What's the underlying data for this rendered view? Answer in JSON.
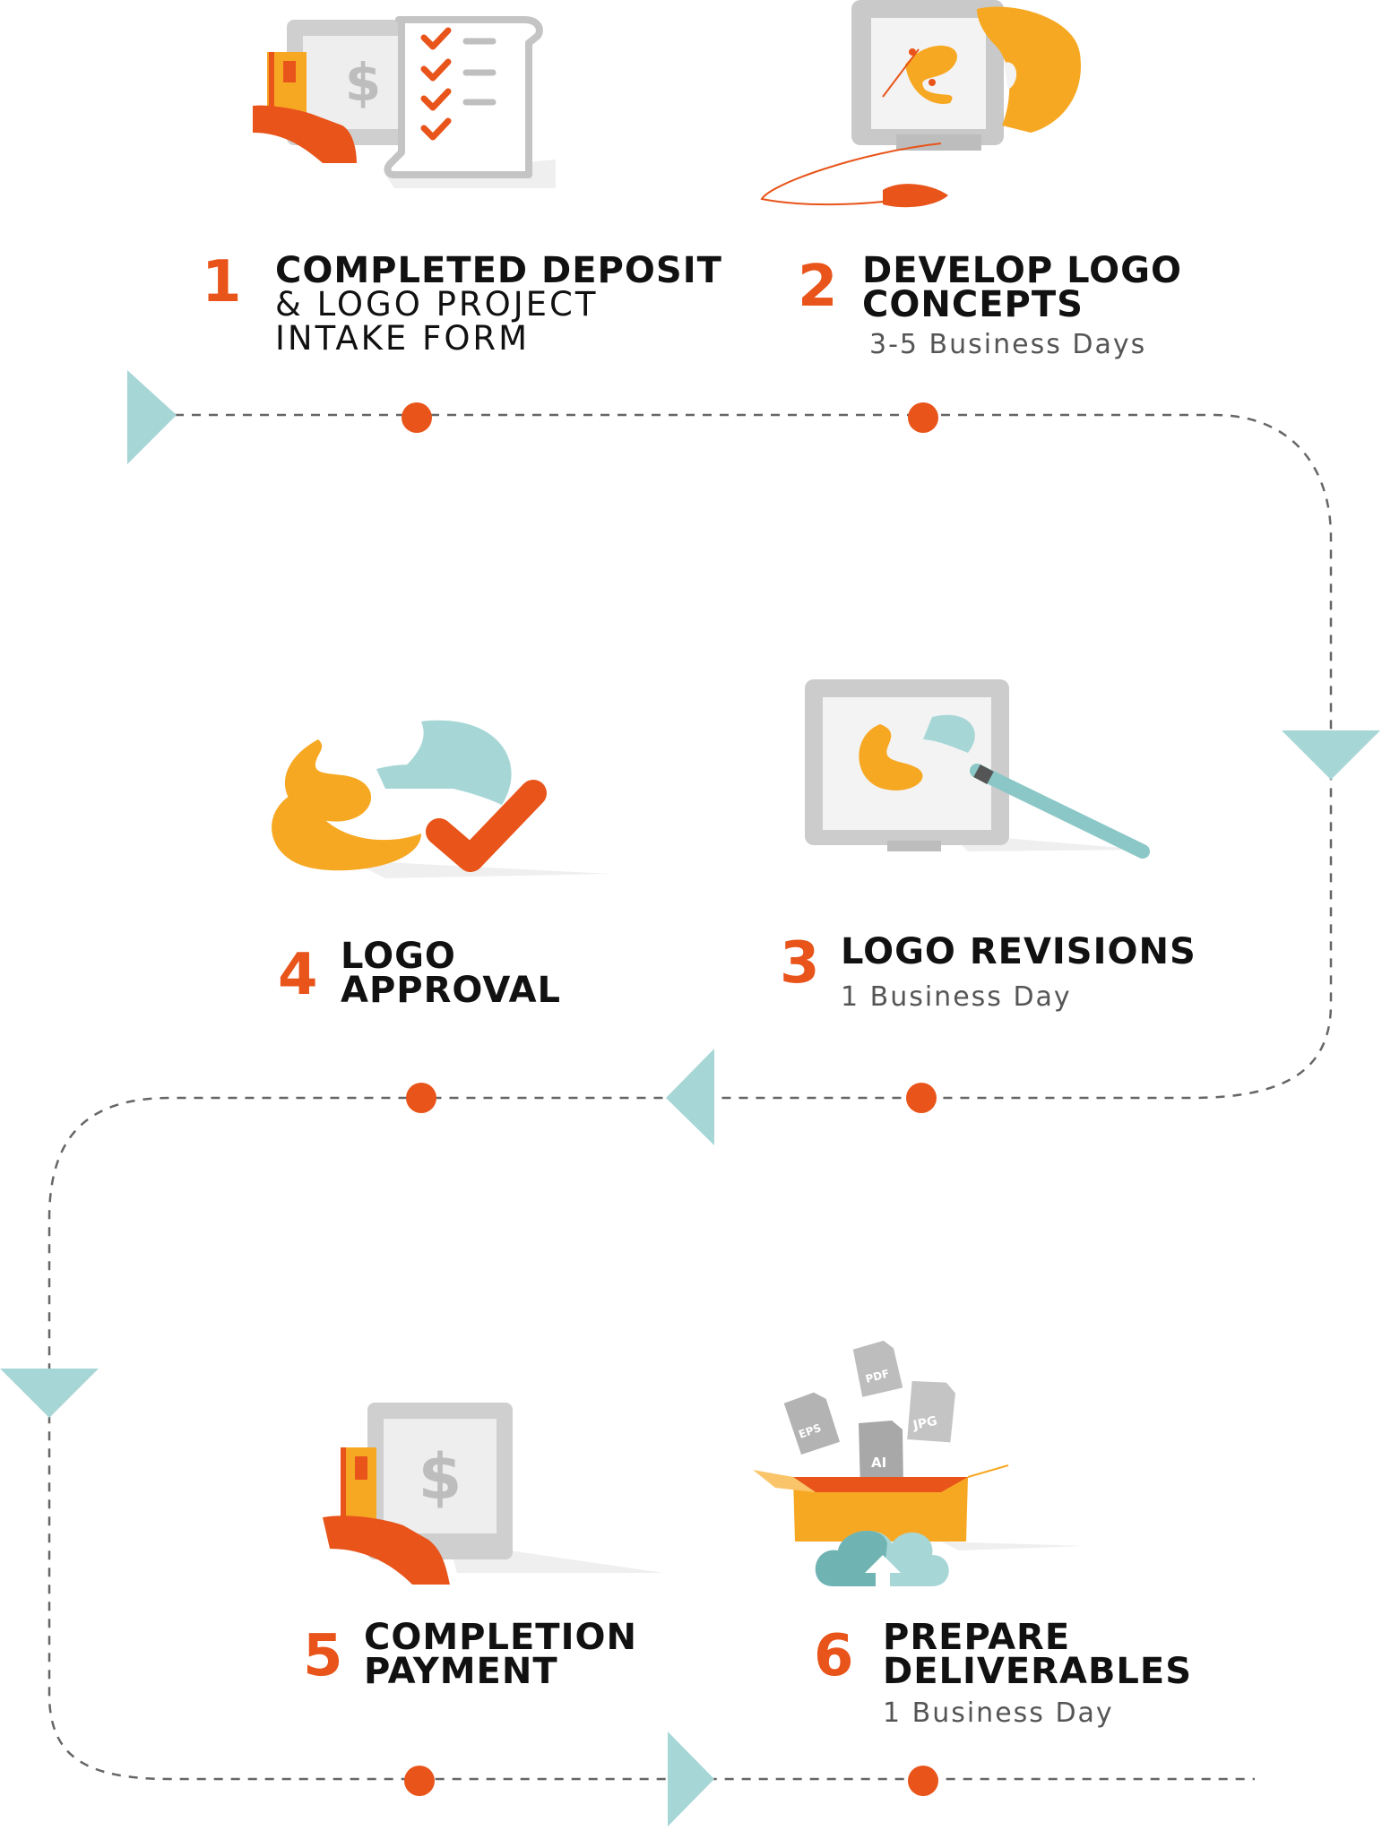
{
  "colors": {
    "accent": "#e8541a",
    "orange_light": "#f7a823",
    "teal": "#a7d6d6",
    "gray": "#c4c4c4",
    "path": "#666666"
  },
  "steps": [
    {
      "number": "1",
      "title_bold": [
        "COMPLETED DEPOSIT"
      ],
      "title_light": [
        "& LOGO PROJECT",
        "INTAKE FORM"
      ],
      "duration": "",
      "icon": "deposit-receipt-icon"
    },
    {
      "number": "2",
      "title_bold": [
        "DEVELOP LOGO",
        "CONCEPTS"
      ],
      "title_light": [],
      "duration": "3-5 Business Days",
      "icon": "designer-monitor-icon"
    },
    {
      "number": "3",
      "title_bold": [
        "LOGO REVISIONS"
      ],
      "title_light": [],
      "duration": "1 Business Day",
      "icon": "tablet-pen-icon"
    },
    {
      "number": "4",
      "title_bold": [
        "LOGO",
        "APPROVAL"
      ],
      "title_light": [],
      "duration": "",
      "icon": "logo-checkmark-icon"
    },
    {
      "number": "5",
      "title_bold": [
        "COMPLETION",
        "PAYMENT"
      ],
      "title_light": [],
      "duration": "",
      "icon": "payment-card-icon"
    },
    {
      "number": "6",
      "title_bold": [
        "PREPARE",
        "DELIVERABLES"
      ],
      "title_light": [],
      "duration": "1 Business Day",
      "icon": "deliverables-box-icon"
    }
  ],
  "file_types": [
    "PDF",
    "EPS",
    "JPG",
    "AI"
  ],
  "currency_symbol": "$"
}
